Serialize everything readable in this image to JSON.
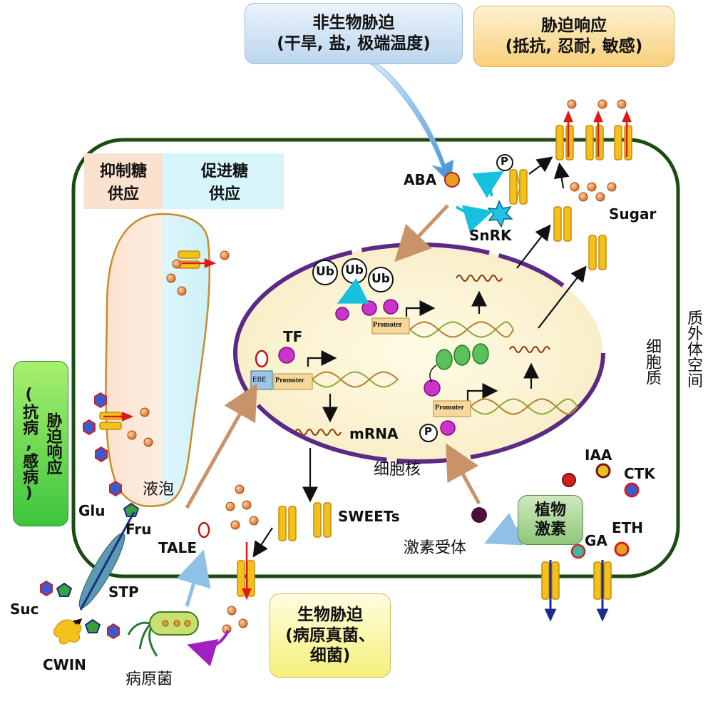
{
  "stress_boxes": {
    "abiotic": {
      "line1": "非生物胁迫",
      "line2": "(干旱, 盐, 极端温度)"
    },
    "response": {
      "line1": "胁迫响应",
      "line2": "(抵抗, 忍耐, 敏感)"
    },
    "biotic": {
      "line1": "生物胁迫",
      "line2": "(病原真菌、",
      "line3": "细菌)"
    },
    "disease": {
      "line1": "胁迫响应",
      "line2": "(抗病,感病)"
    }
  },
  "sugar_supply": {
    "inhibit": "抑制糖\n供应",
    "promote": "促进糖\n供应"
  },
  "hormone_box": "植物\n激素",
  "labels": {
    "aba": "ABA",
    "snrk": "SnRK",
    "sugar": "Sugar",
    "ub": "Ub",
    "p": "P",
    "tf": "TF",
    "ebe": "EBE",
    "promoter": "Promoter",
    "mrna": "mRNA",
    "nucleus": "细胞核",
    "vacuole": "液泡",
    "cytoplasm": "细胞质",
    "apoplast": "质外体空间",
    "sweets": "SWEETs",
    "hormone_receptor": "激素受体",
    "iaa": "IAA",
    "ctk": "CTK",
    "ga": "GA",
    "eth": "ETH",
    "glu": "Glu",
    "fru": "Fru",
    "suc": "Suc",
    "stp": "STP",
    "cwin": "CWIN",
    "tale": "TALE",
    "pathogen": "病原菌"
  },
  "colors": {
    "cell_wall": "#1e4a14",
    "nucleus_border": "#5b2a86",
    "nucleus_fill": "#fbf3d2",
    "vacuole_border": "#c88a2e",
    "sugar_dot": "#e98a3c",
    "transporter": "#f2c21a",
    "ub_effector": "#cc33cc",
    "dna": "#c07a2a"
  }
}
